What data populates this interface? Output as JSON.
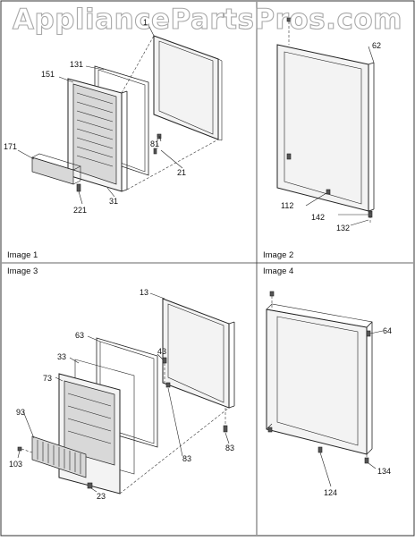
{
  "watermark": "AppliancePartsPros.com",
  "panels": [
    {
      "caption": "Image 1",
      "parts": [
        "131",
        "151",
        "171",
        "81",
        "21",
        "31",
        "221",
        "1"
      ]
    },
    {
      "caption": "Image 2",
      "parts": [
        "62",
        "112",
        "142",
        "132"
      ]
    },
    {
      "caption": "Image 3",
      "parts": [
        "13",
        "63",
        "43",
        "33",
        "73",
        "93",
        "83",
        "83",
        "103",
        "23"
      ]
    },
    {
      "caption": "Image 4",
      "parts": [
        "64",
        "134",
        "124"
      ]
    }
  ]
}
